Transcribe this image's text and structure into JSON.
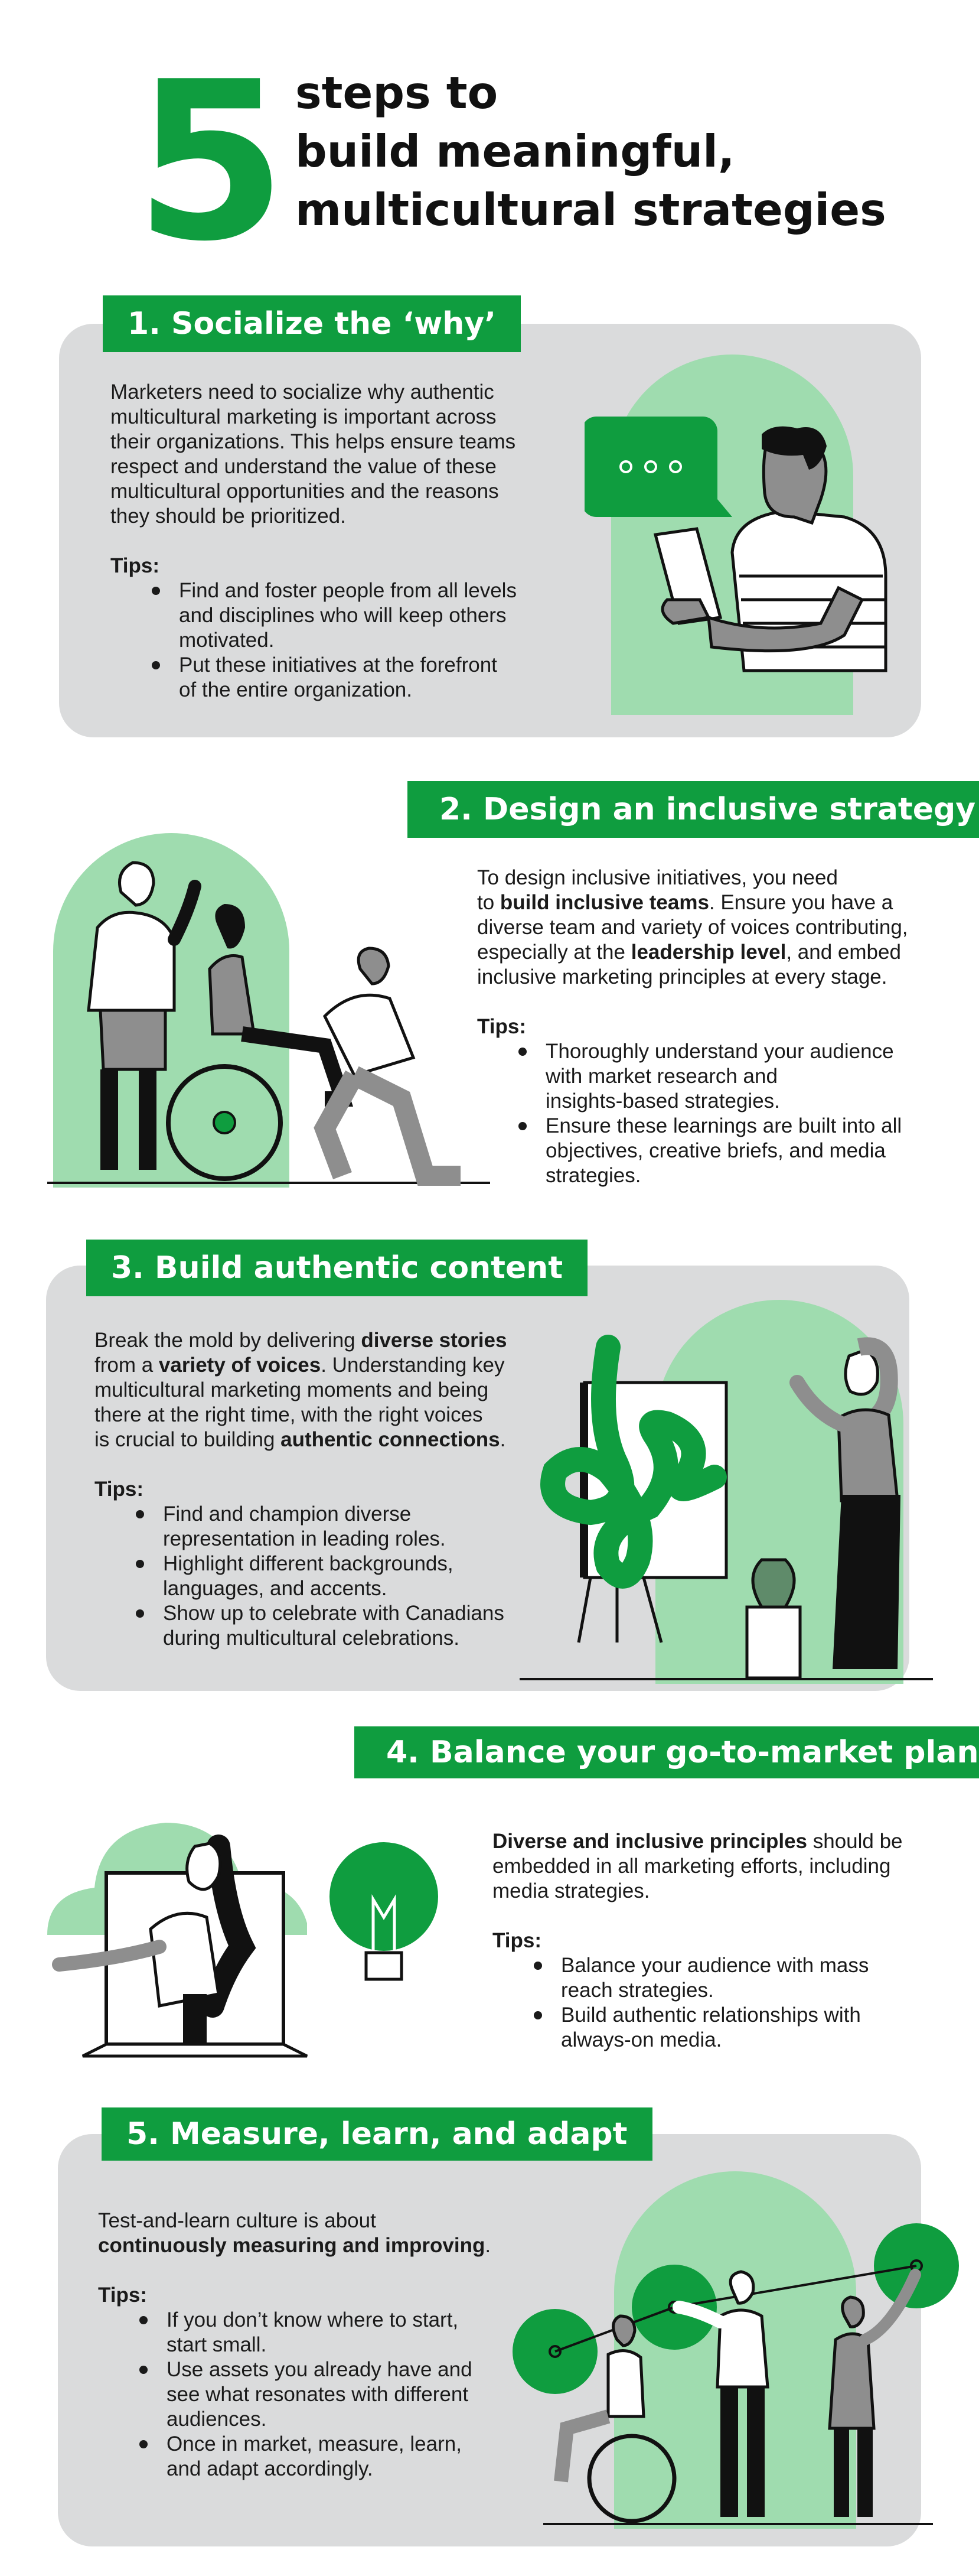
{
  "header": {
    "number": "5",
    "title_lines": [
      "steps to",
      "build meaningful,",
      "multicultural strategies"
    ]
  },
  "steps": [
    {
      "heading": "1. Socialize the ‘why’",
      "body": [
        "Marketers need to socialize why authentic",
        "multicultural marketing is important across",
        "their organizations. This helps ensure teams",
        "respect and understand the value of these",
        "multicultural opportunities and the reasons",
        "they should be prioritized."
      ],
      "tips_label": "Tips:",
      "tips": [
        [
          "Find and foster people from all levels",
          "and disciplines who will keep others",
          "motivated."
        ],
        [
          "Put these initiatives at the forefront",
          "of the entire organization."
        ]
      ],
      "illustration": "person-with-tablet-and-chat-bubble"
    },
    {
      "heading": "2. Design an inclusive strategy",
      "body_parts": {
        "l1": "To design inclusive initiatives, you need",
        "l2a": "to ",
        "l2b": "build inclusive teams",
        "l2c": ". Ensure you have a",
        "l3": "diverse team and variety of voices contributing,",
        "l4a": "especially at the ",
        "l4b": "leadership level",
        "l4c": ", and embed",
        "l5": "inclusive marketing principles at every stage."
      },
      "tips_label": "Tips:",
      "tips": [
        [
          "Thoroughly understand your audience",
          "with market research and",
          "insights-based strategies."
        ],
        [
          "Ensure these learnings are built into all",
          "objectives, creative briefs, and media",
          "strategies."
        ]
      ],
      "illustration": "inclusive-team-group"
    },
    {
      "heading": "3. Build authentic content",
      "body_parts": {
        "l1a": "Break the mold by delivering ",
        "l1b": "diverse stories",
        "l2a": "from a ",
        "l2b": "variety of voices",
        "l2c": ". Understanding key",
        "l3": "multicultural marketing moments and being",
        "l4": "there at the right time, with the right voices",
        "l5a": "is crucial to building ",
        "l5b": "authentic connections",
        "l5c": "."
      },
      "tips_label": "Tips:",
      "tips": [
        [
          "Find and champion diverse",
          "representation in leading roles."
        ],
        [
          "Highlight different backgrounds,",
          "languages, and accents."
        ],
        [
          "Show up to celebrate with Canadians",
          "during multicultural celebrations."
        ]
      ],
      "illustration": "painter-at-easel"
    },
    {
      "heading": "4. Balance your go-to-market plan",
      "body_parts": {
        "l1a": "Diverse and inclusive principles",
        "l1b": " should be",
        "l2": "embedded in all marketing efforts, including",
        "l3": "media strategies."
      },
      "tips_label": "Tips:",
      "tips": [
        [
          "Balance your audience with mass",
          "reach strategies."
        ],
        [
          "Build authentic relationships with",
          "always-on media."
        ]
      ],
      "illustration": "laptop-with-lightbulb"
    },
    {
      "heading": "5. Measure, learn, and adapt",
      "body_parts": {
        "l1": "Test-and-learn culture is about",
        "l2a": "continuously measuring and improving",
        "l2b": "."
      },
      "tips_label": "Tips:",
      "tips": [
        [
          "If you don’t know where to start,",
          "start small."
        ],
        [
          "Use assets you already have and",
          "see what resonates with different",
          "audiences."
        ],
        [
          "Once in market, measure, learn,",
          "and adapt accordingly."
        ]
      ],
      "illustration": "people-connecting-growth-circles"
    }
  ],
  "colors": {
    "brand_green": "#0f9d3f",
    "light_green": "#9fdcaf",
    "panel_grey": "#dadbdc",
    "text": "#1a1a1a"
  }
}
